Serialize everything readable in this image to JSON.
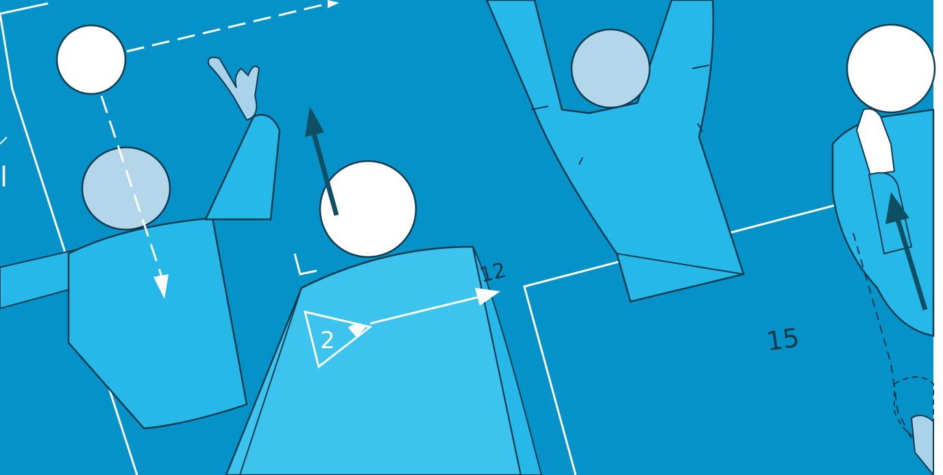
{
  "illustration": {
    "subject": "",
    "labels": {
      "number_a": "12",
      "number_b": "15",
      "marker": "2"
    },
    "colors": {
      "background": "#0592c8",
      "figure_fill": "#26b8e8",
      "figure_light": "#3cc4ef",
      "figure_outline": "#0f3b4f",
      "head_light": "#b4d6ea",
      "head_white": "#ffffff",
      "court_line": "#ffffff",
      "arrow_dark": "#0f4f63",
      "hand_light": "#a9d3ea"
    },
    "icons": [
      "volleyball-icon",
      "up-arrow-icon",
      "dashed-arrow-icon",
      "triangle-marker-icon"
    ]
  }
}
